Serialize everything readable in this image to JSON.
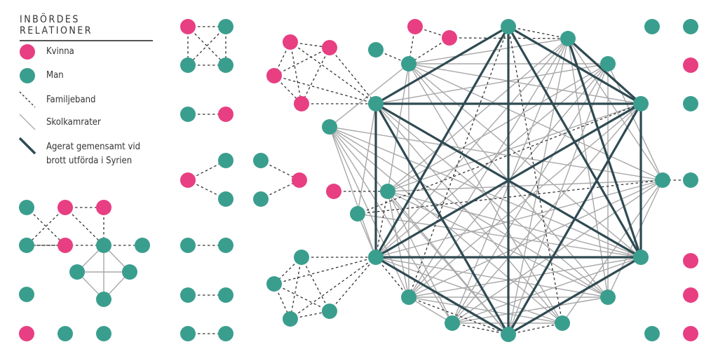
{
  "legend": {
    "title": "INBÖRDES RELATIONER",
    "woman": "Kvinna",
    "man": "Man",
    "family": "Familjeband",
    "school": "Skolkamrater",
    "crime_line1": "Agerat gemensamt vid",
    "crime_line2": "brott utförda i Syrien"
  },
  "colors": {
    "woman": "#e83e82",
    "man": "#3a9e8e",
    "crime": "#2f4a52",
    "school": "#a8a8a8",
    "family": "#333333"
  },
  "nodes": {
    "T": "M",
    "A": "M",
    "B": "M",
    "C": "M",
    "D": "M",
    "E": "M",
    "F": "M",
    "G": "M",
    "H": "M",
    "I": "M",
    "J": "M",
    "K": "M",
    "L": "M",
    "M": "M",
    "N": "M",
    "O": "M",
    "P": "M",
    "p1": "F",
    "p2": "F",
    "m1": "M",
    "q1": "F",
    "q2": "F",
    "q3": "F",
    "q4": "F",
    "r": "F",
    "s1": "M",
    "s2": "M",
    "s3": "M",
    "s4": "M",
    "w1": "M",
    "w2": "M",
    "w3": "F",
    "w4": "M",
    "w5": "M",
    "w6": "F",
    "w7": "F",
    "w8": "M",
    "w9": "F",
    "a1": "F",
    "a2": "M",
    "a3": "M",
    "a4": "M",
    "b1": "M",
    "b2": "F",
    "c1": "F",
    "c2": "M",
    "c3": "M",
    "d1": "M",
    "d2": "M",
    "d3": "F",
    "e1": "M",
    "e2": "M",
    "e3": "M",
    "e4": "M",
    "e5": "M",
    "e6": "M",
    "g1": "M",
    "g2": "F",
    "g3": "F",
    "g4": "M",
    "g5": "F",
    "g6": "M",
    "g7": "M",
    "g8": "M",
    "g9": "M",
    "g10": "M",
    "h1": "M",
    "h2": "F",
    "h3": "M",
    "h4": "M"
  },
  "edges": {
    "crime": [
      [
        "T",
        "O"
      ],
      [
        "T",
        "C"
      ],
      [
        "T",
        "K"
      ],
      [
        "T",
        "E"
      ],
      [
        "T",
        "H"
      ],
      [
        "O",
        "C"
      ],
      [
        "O",
        "K"
      ],
      [
        "O",
        "E"
      ],
      [
        "O",
        "H"
      ],
      [
        "C",
        "K"
      ],
      [
        "C",
        "E"
      ],
      [
        "C",
        "H"
      ],
      [
        "K",
        "E"
      ],
      [
        "K",
        "H"
      ],
      [
        "E",
        "H"
      ],
      [
        "A",
        "C"
      ],
      [
        "A",
        "E"
      ]
    ],
    "school": [
      [
        "P",
        "B"
      ],
      [
        "P",
        "C"
      ],
      [
        "P",
        "E"
      ],
      [
        "P",
        "F"
      ],
      [
        "P",
        "G"
      ],
      [
        "P",
        "M"
      ],
      [
        "P",
        "J"
      ],
      [
        "P",
        "D"
      ],
      [
        "N",
        "P"
      ],
      [
        "N",
        "D"
      ],
      [
        "N",
        "E"
      ],
      [
        "N",
        "J"
      ],
      [
        "N",
        "I"
      ],
      [
        "N",
        "H"
      ],
      [
        "N",
        "K"
      ],
      [
        "N",
        "G"
      ],
      [
        "A",
        "P"
      ],
      [
        "A",
        "K"
      ],
      [
        "A",
        "M"
      ],
      [
        "A",
        "J"
      ],
      [
        "A",
        "I"
      ],
      [
        "A",
        "H"
      ],
      [
        "A",
        "D"
      ],
      [
        "A",
        "F"
      ],
      [
        "B",
        "O"
      ],
      [
        "B",
        "K"
      ],
      [
        "B",
        "J"
      ],
      [
        "B",
        "M"
      ],
      [
        "B",
        "I"
      ],
      [
        "B",
        "D"
      ],
      [
        "B",
        "F"
      ],
      [
        "D",
        "M"
      ],
      [
        "D",
        "K"
      ],
      [
        "D",
        "J"
      ],
      [
        "D",
        "I"
      ],
      [
        "D",
        "F"
      ],
      [
        "D",
        "G"
      ],
      [
        "M",
        "C"
      ],
      [
        "M",
        "E"
      ],
      [
        "M",
        "J"
      ],
      [
        "M",
        "I"
      ],
      [
        "M",
        "H"
      ],
      [
        "M",
        "F"
      ],
      [
        "J",
        "E"
      ],
      [
        "J",
        "C"
      ],
      [
        "J",
        "F"
      ],
      [
        "J",
        "G"
      ],
      [
        "J",
        "I"
      ],
      [
        "I",
        "C"
      ],
      [
        "I",
        "G"
      ],
      [
        "I",
        "E"
      ],
      [
        "F",
        "K"
      ],
      [
        "F",
        "O"
      ],
      [
        "F",
        "I"
      ],
      [
        "G",
        "K"
      ],
      [
        "G",
        "O"
      ],
      [
        "L",
        "K"
      ],
      [
        "L",
        "E"
      ],
      [
        "L",
        "O"
      ],
      [
        "N",
        "F"
      ],
      [
        "B",
        "H"
      ],
      [
        "g6",
        "g9"
      ],
      [
        "g6",
        "g10"
      ],
      [
        "g9",
        "g10"
      ],
      [
        "g9",
        "h1"
      ],
      [
        "g10",
        "h1"
      ],
      [
        "g6",
        "h1"
      ]
    ],
    "family": [
      [
        "T",
        "A"
      ],
      [
        "T",
        "G"
      ],
      [
        "T",
        "J"
      ],
      [
        "H",
        "I"
      ],
      [
        "H",
        "G"
      ],
      [
        "H",
        "J"
      ],
      [
        "L",
        "D"
      ],
      [
        "L",
        "C"
      ],
      [
        "M",
        "K"
      ],
      [
        "p1",
        "p2"
      ],
      [
        "p1",
        "P"
      ],
      [
        "p2",
        "P"
      ],
      [
        "p2",
        "A"
      ],
      [
        "m1",
        "P"
      ],
      [
        "q1",
        "q2"
      ],
      [
        "q1",
        "q3"
      ],
      [
        "q1",
        "q4"
      ],
      [
        "q2",
        "q3"
      ],
      [
        "q2",
        "q4"
      ],
      [
        "q3",
        "q4"
      ],
      [
        "q1",
        "O"
      ],
      [
        "q2",
        "O"
      ],
      [
        "q3",
        "O"
      ],
      [
        "q4",
        "O"
      ],
      [
        "r",
        "M"
      ],
      [
        "s1",
        "s2"
      ],
      [
        "s1",
        "s3"
      ],
      [
        "s1",
        "s4"
      ],
      [
        "s2",
        "s3"
      ],
      [
        "s2",
        "s4"
      ],
      [
        "s3",
        "s4"
      ],
      [
        "s1",
        "K"
      ],
      [
        "s2",
        "K"
      ],
      [
        "s3",
        "K"
      ],
      [
        "s4",
        "K"
      ],
      [
        "J",
        "K"
      ],
      [
        "w5",
        "D"
      ],
      [
        "a1",
        "a2"
      ],
      [
        "a1",
        "a3"
      ],
      [
        "a1",
        "a4"
      ],
      [
        "a2",
        "a3"
      ],
      [
        "a2",
        "a4"
      ],
      [
        "a3",
        "a4"
      ],
      [
        "b1",
        "b2"
      ],
      [
        "c1",
        "c2"
      ],
      [
        "c1",
        "c3"
      ],
      [
        "d1",
        "d3"
      ],
      [
        "d2",
        "d3"
      ],
      [
        "e1",
        "e2"
      ],
      [
        "e3",
        "e4"
      ],
      [
        "e5",
        "e6"
      ],
      [
        "g1",
        "g5"
      ],
      [
        "g2",
        "g3"
      ],
      [
        "g2",
        "g4"
      ],
      [
        "g2",
        "g6"
      ],
      [
        "g3",
        "g6"
      ],
      [
        "g5",
        "g4"
      ],
      [
        "g4",
        "g6"
      ],
      [
        "g6",
        "g7"
      ]
    ]
  }
}
